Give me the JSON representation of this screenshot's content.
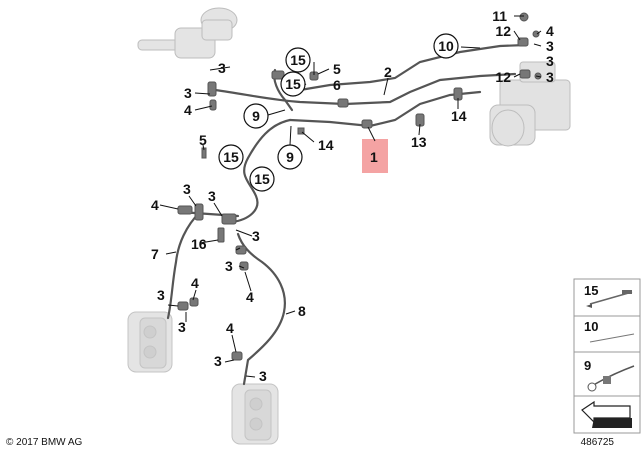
{
  "diagram": {
    "copyright": "© 2017 BMW AG",
    "diagram_number": "486725",
    "highlight_color": "#f4a3a3",
    "labels": {
      "p11": "11",
      "p12a": "12",
      "p12b": "12",
      "p4_abs": "4",
      "p3_abs1": "3",
      "p3_abs2": "3",
      "p3_abs3": "3",
      "p10": "10",
      "p2": "2",
      "p15a": "15",
      "p5a": "5",
      "p6": "6",
      "p15b": "15",
      "p9a": "9",
      "p14a": "14",
      "p13": "13",
      "p14b": "14",
      "p1": "1",
      "p9b": "9",
      "p15c": "15",
      "p15d": "15",
      "p3_top": "3",
      "p3_l1": "3",
      "p4_l1": "4",
      "p5b": "5",
      "p3_j1": "3",
      "p3_j2": "3",
      "p4_j": "4",
      "p7": "7",
      "p16": "16",
      "p3_j3": "3",
      "p3_j4": "3",
      "p4_j2": "4",
      "p8": "8",
      "p3_c1": "3",
      "p4_c1": "4",
      "p3_c2": "3",
      "p4_c2": "4",
      "p3_c3": "3",
      "p3_c4": "3"
    },
    "legend": {
      "item1": "15",
      "item2": "10",
      "item3": "9"
    }
  }
}
